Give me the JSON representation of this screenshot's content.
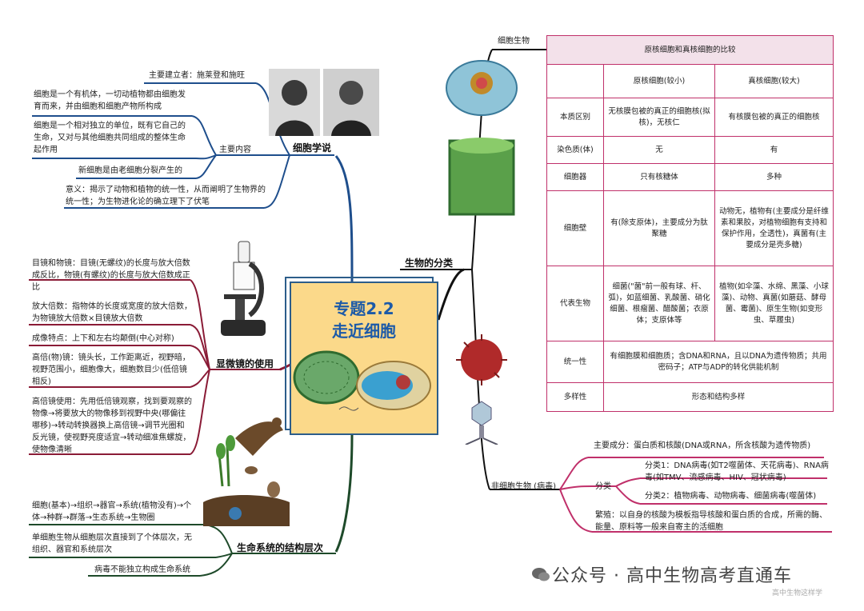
{
  "center": {
    "title_line1": "专题2.2",
    "title_line2": "走近细胞"
  },
  "branches": {
    "cell_theory": "细胞学说",
    "microscope": "显微镜的使用",
    "levels": "生命系统的结构层次",
    "classification": "生物的分类"
  },
  "cell_theory": {
    "founders": "主要建立者：施莱登和施旺",
    "main_content_label": "主要内容",
    "content1": "细胞是一个有机体，一切动植物都由细胞发育而来，并由细胞和细胞产物所构成",
    "content2": "细胞是一个相对独立的单位，既有它自己的生命，又对与其他细胞共同组成的整体生命起作用",
    "content3": "新细胞是由老细胞分裂产生的",
    "significance": "意义：揭示了动物和植物的统一性，从而阐明了生物界的统一性；为生物进化论的确立理下了伏笔"
  },
  "microscope": {
    "lens": "目镜和物镜：目镜(无螺纹)的长度与放大倍数成反比，物镜(有螺纹)的长度与放大倍数成正比",
    "magnification": "放大倍数：指物体的长度或宽度的放大倍数，为物镜放大倍数×目镜放大倍数",
    "imaging": "成像特点：上下和左右均颠倒(中心对称)",
    "high_power": "高倍(物)镜：镜头长，工作距离近，视野暗，视野范围小，细胞像大，细胞数目少(低倍镜相反)",
    "usage": "高倍镜使用：先用低倍镜观察，找到要观察的物像→将要放大的物像移到视野中央(哪偏往哪移)→转动转换器换上高倍镜→调节光圈和反光镜，使视野亮度适宜→转动细准焦螺旋，使物像清晰"
  },
  "levels": {
    "sequence": "细胞(基本)→组织→器官→系统(植物没有)→个体→种群→群落→生态系统→生物圈",
    "unicellular": "单细胞生物从细胞层次直接到了个体层次，无组织、器官和系统层次",
    "virus": "病毒不能独立构成生命系统"
  },
  "classification": {
    "cellular_label": "细胞生物",
    "noncellular_label": "非细胞生物 (病毒)",
    "virus_composition": "主要成分：蛋白质和核酸(DNA或RNA，所含核酸为遗传物质)",
    "virus_class_label": "分类",
    "virus_class1": "分类1：DNA病毒(如T2噬菌体、天花病毒)、RNA病毒(如TMV、流感病毒、HIV、冠状病毒)",
    "virus_class2": "分类2：植物病毒、动物病毒、细菌病毒(噬菌体)",
    "virus_reproduction": "繁殖：以自身的核酸为模板指导核酸和蛋白质的合成，所需的酶、能量、原料等一般来自寄主的活细胞"
  },
  "comparison_table": {
    "title": "原核细胞和真核细胞的比较",
    "col_prokaryote": "原核细胞(较小)",
    "col_eukaryote": "真核细胞(较大)",
    "rows": [
      {
        "label": "本质区别",
        "prokaryote": "无核膜包被的真正的细胞核(拟核)，无核仁",
        "eukaryote": "有核膜包被的真正的细胞核"
      },
      {
        "label": "染色质(体)",
        "prokaryote": "无",
        "eukaryote": "有"
      },
      {
        "label": "细胞器",
        "prokaryote": "只有核糖体",
        "eukaryote": "多种"
      },
      {
        "label": "细胞壁",
        "prokaryote": "有(除支原体)，主要成分为肽聚糖",
        "eukaryote": "动物无，植物有(主要成分是纤维素和果胶，对植物细胞有支持和保护作用，全透性)，真菌有(主要成分是壳多糖)"
      },
      {
        "label": "代表生物",
        "prokaryote": "细菌(\"菌\"前一般有球、杆、弧)，如蓝细菌、乳酸菌、硝化细菌、根瘤菌、醋酸菌；衣原体；支原体等",
        "eukaryote": "植物(如伞藻、水绵、黑藻、小球藻)、动物、真菌(如蘑菇、酵母菌、霉菌)、原生生物(如变形虫、草履虫)"
      }
    ],
    "unity_label": "统一性",
    "unity": "有细胞膜和细胞质；含DNA和RNA，且以DNA为遗传物质；共用密码子；ATP与ADP的转化供能机制",
    "diversity_label": "多样性",
    "diversity": "形态和结构多样"
  },
  "footer": {
    "brand": "公众号 · 高中生物高考直通车",
    "sub": "高中生物这样学"
  },
  "colors": {
    "center_box": "#fbd98a",
    "border_blue": "#2c5d8a",
    "title_blue": "#1c5aa8",
    "table_pink": "#c0306a",
    "table_head": "#f3e1ea"
  }
}
